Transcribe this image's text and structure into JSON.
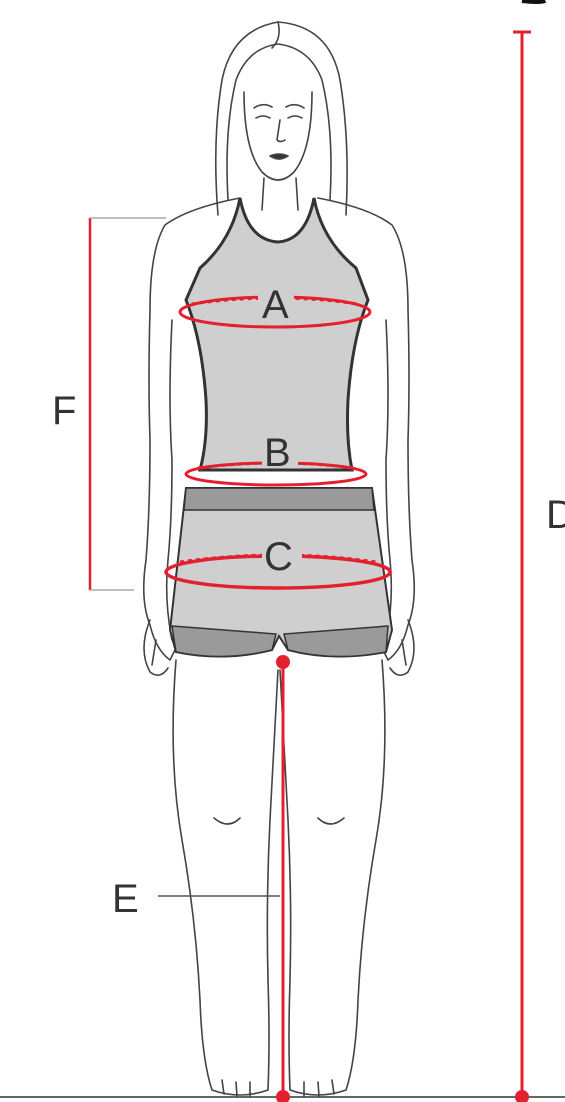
{
  "labels": {
    "a": "A",
    "b": "B",
    "c": "C",
    "d": "D",
    "e": "E",
    "f": "F"
  },
  "colors": {
    "measure_red": "#e4202e",
    "outline": "#333333",
    "garment_fill": "#cfcfcf",
    "garment_band": "#9a9a9a",
    "guide_gray": "#777777"
  }
}
